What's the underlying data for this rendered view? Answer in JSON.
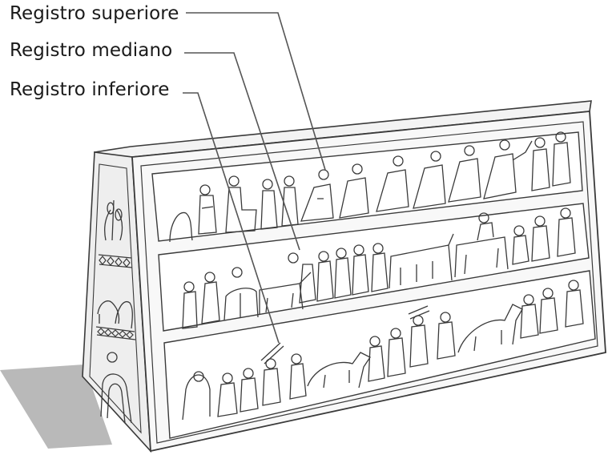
{
  "labels": {
    "superiore": "Registro superiore",
    "mediano": "Registro mediano",
    "inferiore": "Registro inferiore"
  },
  "colors": {
    "line": "#3a3a3a",
    "stone": "#f7f7f7",
    "side": "#ececec",
    "shadow": "#b9b9b9"
  }
}
